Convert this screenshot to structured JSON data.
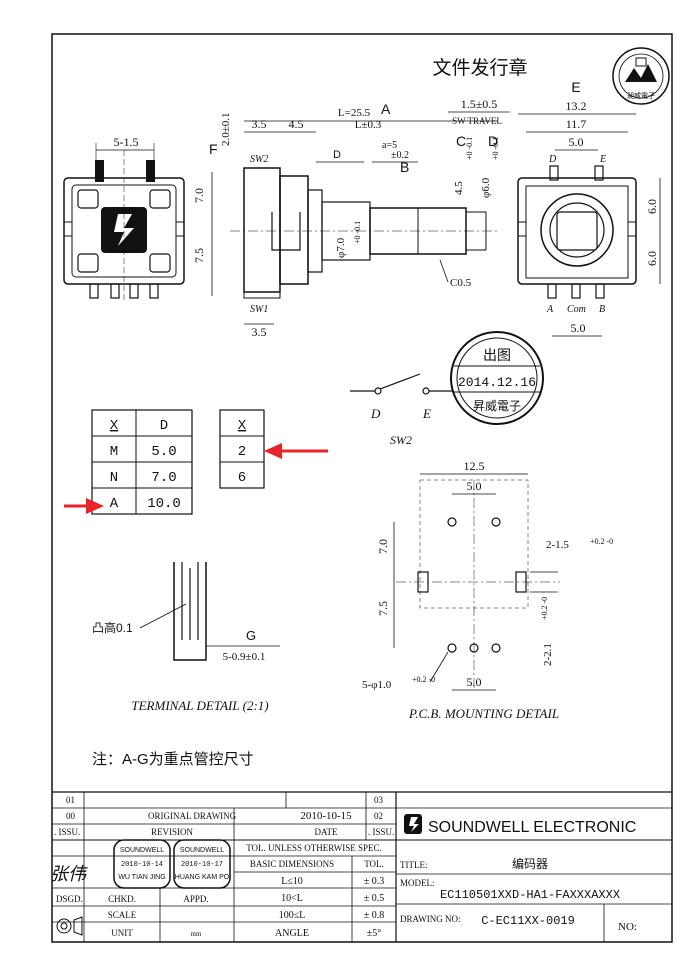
{
  "stamp_title": "文件发行章",
  "seal_top": {
    "text": "昶威電子"
  },
  "front_view": {
    "dim_top": "5-1.5"
  },
  "side_view": {
    "F": "F",
    "f_dim": "2.0±0.1",
    "dim_35": "3.5",
    "dim_45": "4.5",
    "L_total": "L=25.5",
    "L_tol": "L±0.3",
    "A": "A",
    "D": "D",
    "a5": "a=5",
    "a_tol": "±0.2",
    "B": "B",
    "C": "C",
    "D2": "D",
    "sw_travel": "1.5±0.5",
    "sw_travel_label": "SW TRAVEL",
    "sw2": "SW2",
    "sw1": "SW1",
    "dim_70": "7.0",
    "dim_75": "7.5",
    "phi7": "φ7.0",
    "phi7_tol": "+0 -0.1",
    "c45": "4.5",
    "c45_tol": "+0 -0.1",
    "phi6": "φ6.0",
    "phi6_tol": "+0 -0.1",
    "c05": "C0.5",
    "bottom_35": "3.5"
  },
  "right_view": {
    "E": "E",
    "w132": "13.2",
    "w117": "11.7",
    "w50": "5.0",
    "pin_D": "D",
    "pin_E": "E",
    "h60a": "6.0",
    "h60b": "6.0",
    "pin_A": "A",
    "pin_Com": "Com",
    "pin_B": "B",
    "bottom_50": "5.0"
  },
  "release_stamp": {
    "top": "出图",
    "date": "2014.12.16",
    "bottom": "昇威電子"
  },
  "switch": {
    "D": "D",
    "E": "E",
    "label": "SW2"
  },
  "table_xd": {
    "headers": [
      "X",
      "D"
    ],
    "rows": [
      [
        "M",
        "5.0"
      ],
      [
        "N",
        "7.0"
      ],
      [
        "A",
        "10.0"
      ]
    ]
  },
  "table_x": {
    "header": "X",
    "rows": [
      "2",
      "6"
    ]
  },
  "pcb": {
    "w125": "12.5",
    "w50": "5.0",
    "h70": "7.0",
    "h75": "7.5",
    "slot": "2-1.5",
    "slot_tol": "+0.2 -0",
    "slot2": "2-2.1",
    "slot2_tol": "+0.2 -0",
    "holes": "5-φ1.0",
    "holes_tol": "+0.2 -0",
    "bottom_50": "5.0",
    "caption": "P.C.B. MOUNTING DETAIL"
  },
  "terminal": {
    "bump": "凸高0.1",
    "G": "G",
    "g_dim": "5-0.9±0.1",
    "caption": "TERMINAL DETAIL (2:1)"
  },
  "note": "注：A-G为重点管控尺寸",
  "title_block": {
    "rev": {
      "r01": "01",
      "r00": "00",
      "original": "ORIGINAL DRAWING",
      "date_val": "2010-10-15",
      "r02": "02",
      "r03": "03",
      "issu": ". ISSU.",
      "revision": "REVISION",
      "date": "DATE",
      "issu2": ". ISSU."
    },
    "tol_header": "TOL. UNLESS OTHERWISE SPEC.",
    "basic": "BASIC DIMENSIONS",
    "tol": "TOL.",
    "tol_rows": [
      [
        "L≤10",
        "± 0.3"
      ],
      [
        "10<L",
        "± 0.5"
      ],
      [
        "100≤L",
        "± 0.8"
      ],
      [
        "ANGLE",
        "±5°"
      ]
    ],
    "sig1": "2010-10-14",
    "sig1_name": "WU TIAN JING",
    "sig2": "2010-10-17",
    "sig2_name": "HUANG KAM PO",
    "soundwell_top": "SOUNDWELL",
    "signature": "张伟",
    "dsgd": "DSGD.",
    "chkd": "CHKD.",
    "appd": "APPD.",
    "scale": "SCALE",
    "unit": "UNIT",
    "unit_val": "mm",
    "company": "SOUNDWELL  ELECTRONIC",
    "title_label": "TITLE:",
    "title_val": "编码器",
    "model_label": "MODEL:",
    "model_val": "EC110501XXD-HA1-FAXXXAXXX",
    "dwg_label": "DRAWING NO:",
    "dwg_val": "C-EC11XX-0019",
    "no_label": "NO:"
  },
  "colors": {
    "ink": "#111111",
    "arrow": "#e8232a"
  }
}
